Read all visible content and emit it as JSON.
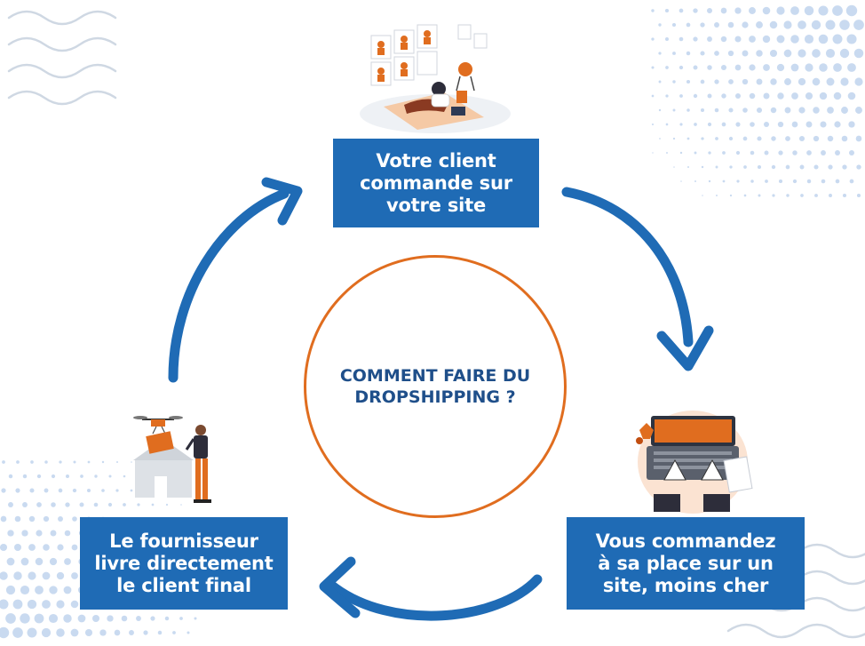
{
  "center": {
    "line1": "COMMENT FAIRE DU",
    "line2": "DROPSHIPPING ?"
  },
  "steps": [
    {
      "lines": [
        "Votre client",
        "commande sur",
        "votre site"
      ],
      "illustration": "woman-shopping-online-illustration"
    },
    {
      "lines": [
        "Vous commandez",
        "à sa place sur un",
        "site, moins cher"
      ],
      "illustration": "laptop-typing-illustration"
    },
    {
      "lines": [
        "Le fournisseur",
        "livre directement",
        "le client final"
      ],
      "illustration": "drone-delivery-illustration"
    }
  ],
  "colors": {
    "box": "#1f6bb5",
    "arrow": "#1f6bb5",
    "circle": "#e06d1f",
    "center_text": "#1f4f8a",
    "accent": "#e06d1f",
    "dots": "#c9daf0",
    "waves": "#cfd8e3"
  }
}
